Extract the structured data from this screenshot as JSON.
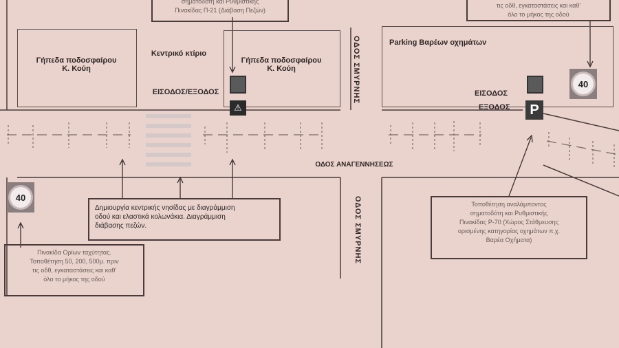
{
  "notes": {
    "top_center": [
      "σηματοδότη και Ρυθμιστικής",
      "Πινακίδας Π-21 (Διάβαση Πεζών)"
    ],
    "top_right": [
      "τις οδθ, εγκαταστάσεις και καθ'",
      "όλο το μήκος της οδού"
    ],
    "speed_sign": [
      "Πινακίδα Ορίων ταχύτητας.",
      "Τοποθέτηση 50, 200, 500μ. πριν",
      "τις οδθ, εγκαταστάσεις και καθ'",
      "όλο το μήκος της οδού"
    ],
    "island": [
      "Δημιουργία κεντρικής νησίδας με διαγράμμιση",
      "οδού και ελαστικά κολωνάκια.  Διαγράμμιση",
      "διάβασης πεζών."
    ],
    "parking_sign": [
      "Τοποθέτηση αναλάμποντος",
      "σηματοδότη και Ρυθμιστικής",
      "Πινακίδας Ρ-70 (Χώρος Στάθμευσης",
      "ορισμένης κατηγορίας οχημάτων π.χ.",
      "Βαρέα Οχήματα)"
    ]
  },
  "labels": {
    "field_left": [
      "Γήπεδα ποδοσφαίρου",
      "Κ. Κούη"
    ],
    "main_building": "Κεντρικό κτίριο",
    "field_right": [
      "Γήπεδα ποδοσφαίρου",
      "Κ. Κούη"
    ],
    "entrance_exit": "ΕΙΣΟΔΟΣ/ΕΞΟΔΟΣ",
    "smyrnis_top": "ΟΔΟΣ ΣΜΥΡΝΗΣ",
    "smyrnis_bottom": "ΟΔΟΣ  ΣΜΥΡΝΗΣ",
    "anagenniseos": "ΟΔΟΣ ΑΝΑΓΕΝΝΗΣΕΩΣ",
    "parking": "Parking Βαρέων οχημάτων",
    "entrance": "ΕΙΣΟΔΟΣ",
    "exit": "ΕΞΟΔΟΣ"
  },
  "signs": {
    "speed_limit": "40",
    "parking": "P",
    "pedestrian": "⚠"
  }
}
